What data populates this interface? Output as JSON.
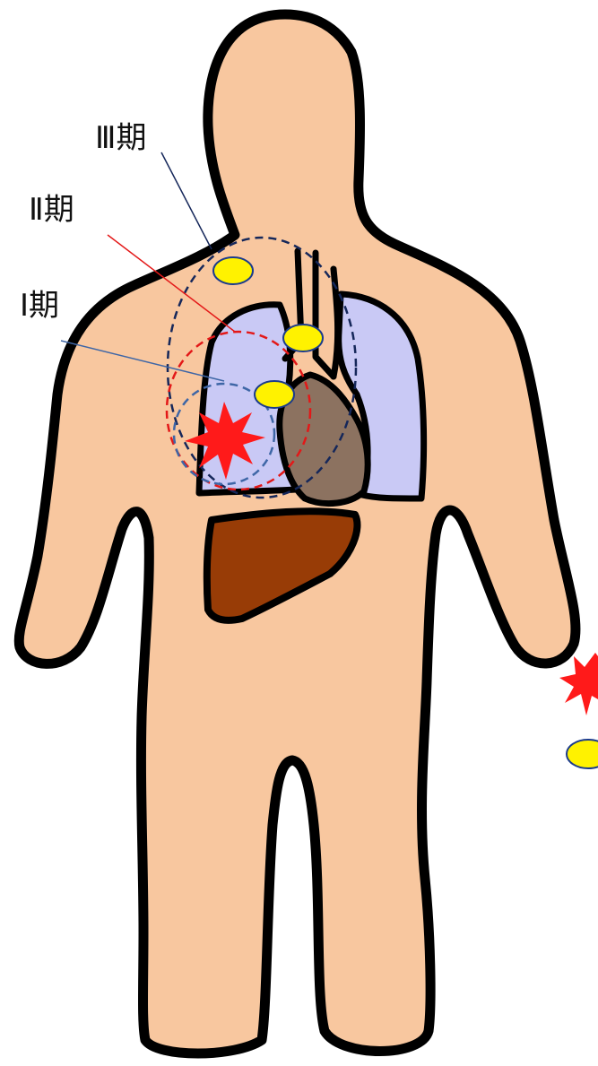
{
  "stage_labels": {
    "stage3": "Ⅲ期",
    "stage2": "Ⅱ期",
    "stage1": "Ⅰ期"
  },
  "colors": {
    "skin": "#F8C79F",
    "outline": "#000000",
    "lung": "#C9C9F5",
    "heart": "#8C7260",
    "liver": "#983C06",
    "lymph_node": "#FFF200",
    "tumor": "#FF1A1A",
    "stage1_line": "#3E66A6",
    "stage2_line": "#E31818",
    "stage3_line": "#15275A"
  },
  "legend_icons": [
    "tumor-icon",
    "lymph-node-icon"
  ]
}
